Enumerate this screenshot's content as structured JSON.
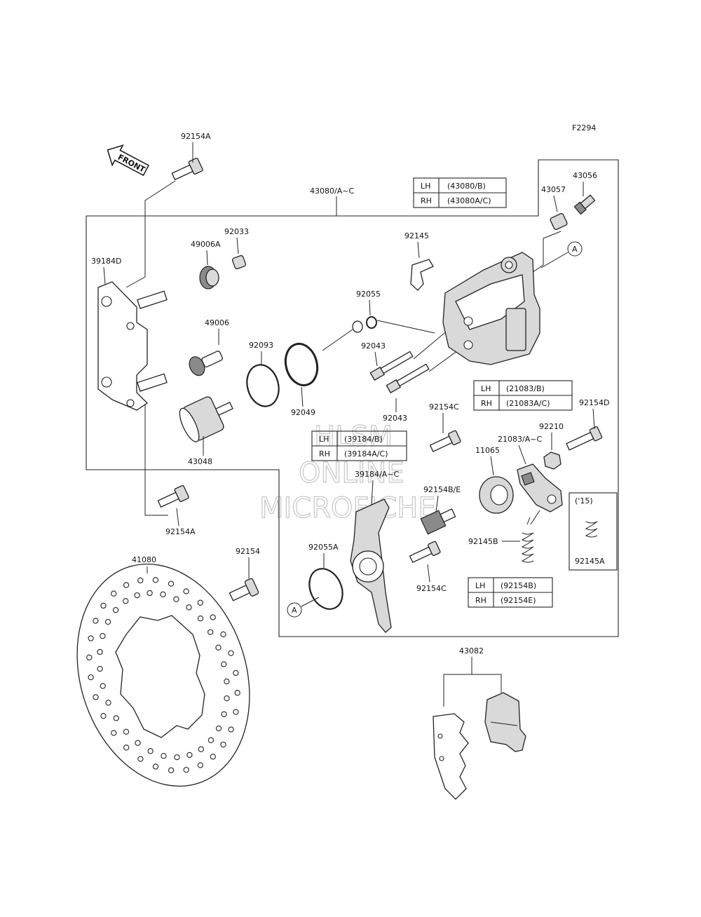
{
  "figure_code": "F2294",
  "front_label": "FRONT",
  "watermark": {
    "line1": "HLSM",
    "line2": "ONLINE",
    "line3": "MICROFICHE"
  },
  "labels": {
    "p92154A_top": "92154A",
    "p43080": "43080/A~C",
    "p43056": "43056",
    "p43057": "43057",
    "p39184D": "39184D",
    "p49006A": "49006A",
    "p92033": "92033",
    "p92145": "92145",
    "p92055": "92055",
    "p49006": "49006",
    "p92093": "92093",
    "p92043a": "92043",
    "p92049": "92049",
    "p92043b": "92043",
    "p92154C_top": "92154C",
    "p92154D": "92154D",
    "p43048": "43048",
    "p92210": "92210",
    "p21083": "21083/A~C",
    "p11065": "11065",
    "p39184AC": "39184/A~C",
    "p92154BE": "92154B/E",
    "p92154A_bottom": "92154A",
    "p15": "('15)",
    "p92145B": "92145B",
    "p92145A": "92145A",
    "p41080": "41080",
    "p92154": "92154",
    "p92055A": "92055A",
    "p92154C_bottom": "92154C",
    "p43082": "43082",
    "callout_a": "A"
  },
  "tables": {
    "t43080": {
      "rows": [
        {
          "side": "LH",
          "code": "(43080/B)"
        },
        {
          "side": "RH",
          "code": "(43080A/C)"
        }
      ]
    },
    "t21083": {
      "rows": [
        {
          "side": "LH",
          "code": "(21083/B)"
        },
        {
          "side": "RH",
          "code": "(21083A/C)"
        }
      ]
    },
    "t39184": {
      "rows": [
        {
          "side": "LH",
          "code": "(39184/B)"
        },
        {
          "side": "RH",
          "code": "(39184A/C)"
        }
      ]
    },
    "t92154": {
      "rows": [
        {
          "side": "LH",
          "code": "(92154B)"
        },
        {
          "side": "RH",
          "code": "(92154E)"
        }
      ]
    }
  }
}
